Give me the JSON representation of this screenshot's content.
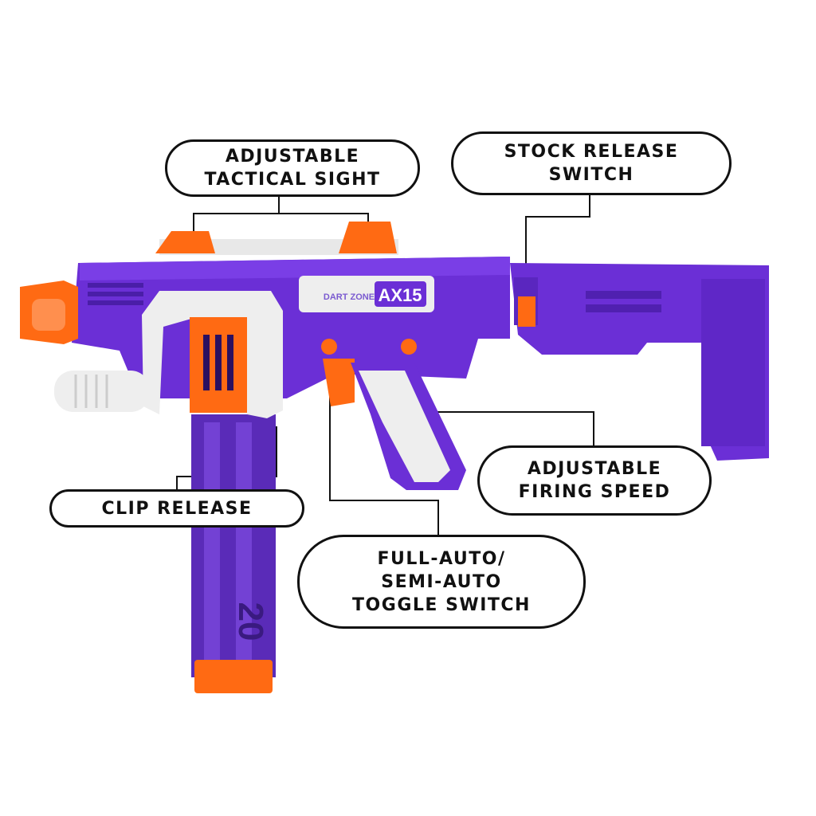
{
  "callouts": {
    "sight": {
      "line1": "ADJUSTABLE",
      "line2": "TACTICAL SIGHT"
    },
    "stock": {
      "line1": "STOCK RELEASE",
      "line2": "SWITCH"
    },
    "firing": {
      "line1": "ADJUSTABLE",
      "line2": "FIRING SPEED"
    },
    "clip": {
      "line1": "CLIP RELEASE"
    },
    "toggle": {
      "line1": "FULL-AUTO/",
      "line2": "SEMI-AUTO",
      "line3": "TOGGLE SWITCH"
    }
  },
  "product": {
    "brand": "DART ZONE",
    "model": "AX15",
    "magazine_text": "20"
  },
  "colors": {
    "purple": "#6b2fd6",
    "purple_dark": "#4a1ea8",
    "orange": "#ff6a13",
    "white_part": "#eeeeee",
    "line": "#111111"
  }
}
